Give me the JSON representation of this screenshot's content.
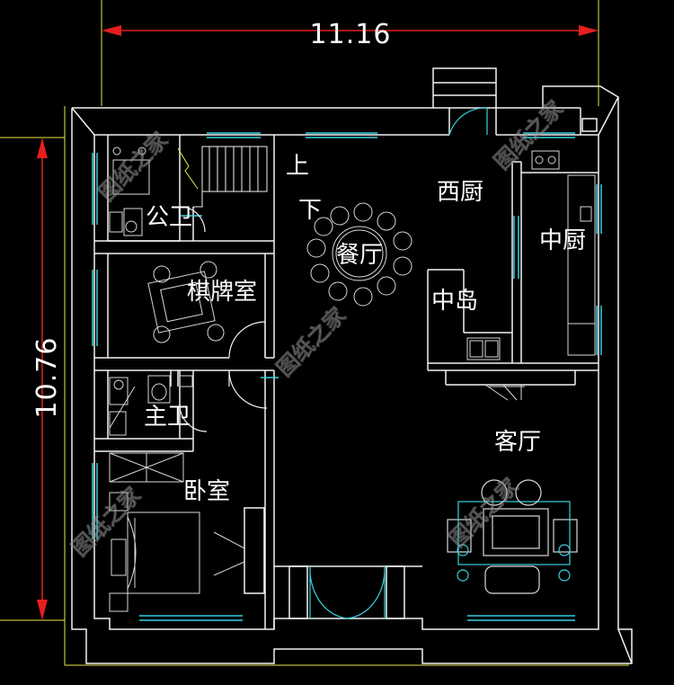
{
  "dimensions": {
    "width_label": "11.16",
    "height_label": "10.76"
  },
  "rooms": {
    "public_bath": "公卫",
    "chess_room": "棋牌室",
    "master_bath": "主卫",
    "bedroom": "卧室",
    "up": "上",
    "down": "下",
    "dining": "餐厅",
    "western_kitchen": "西厨",
    "island": "中岛",
    "chinese_kitchen": "中厨",
    "living": "客厅"
  },
  "watermark": "图纸之家",
  "colors": {
    "wall": "#f2f2f2",
    "window": "#39d1e0",
    "dimension": "#e61e1e",
    "extension": "#e8e84a",
    "furniture": "#d8d8d8"
  }
}
